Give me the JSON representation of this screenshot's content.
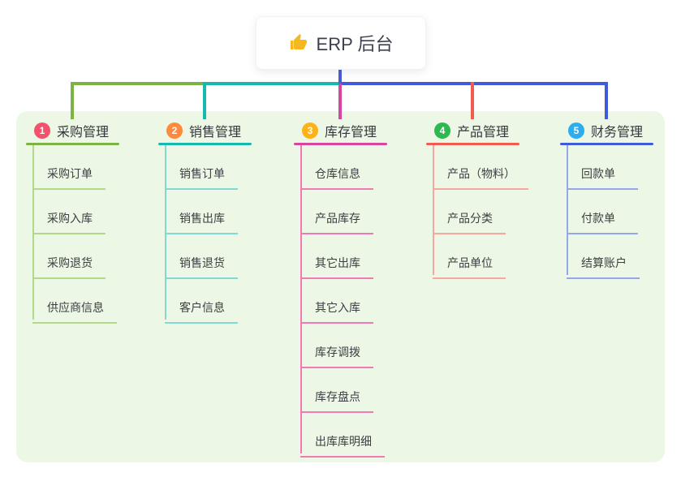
{
  "root": {
    "label": "ERP 后台",
    "icon": "thumbs-up",
    "icon_color": "#f5b821",
    "line_color": "#4a5ed2"
  },
  "panel": {
    "bg_color": "#ecf7e6"
  },
  "branches": [
    {
      "num": "1",
      "label": "采购管理",
      "badge_color": "#f4516c",
      "line_color": "#7cb342",
      "child_line_color": "#b2d98b",
      "children": [
        "采购订单",
        "采购入库",
        "采购退货",
        "供应商信息"
      ]
    },
    {
      "num": "2",
      "label": "销售管理",
      "badge_color": "#ff8a3d",
      "line_color": "#17b9ae",
      "child_line_color": "#84d8d0",
      "children": [
        "销售订单",
        "销售出库",
        "销售退货",
        "客户信息"
      ]
    },
    {
      "num": "3",
      "label": "库存管理",
      "badge_color": "#ffb118",
      "line_color": "#d6459e",
      "child_line_color": "#ef7ab6",
      "children": [
        "仓库信息",
        "产品库存",
        "其它出库",
        "其它入库",
        "库存调拨",
        "库存盘点",
        "出库库明细"
      ]
    },
    {
      "num": "4",
      "label": "产品管理",
      "badge_color": "#2eb850",
      "line_color": "#f25b4f",
      "child_line_color": "#f8a79e",
      "children": [
        "产品（物料）",
        "产品分类",
        "产品单位"
      ]
    },
    {
      "num": "5",
      "label": "财务管理",
      "badge_color": "#2cadee",
      "line_color": "#3f5bd8",
      "child_line_color": "#95a7e8",
      "children": [
        "回款单",
        "付款单",
        "结算账户"
      ]
    }
  ]
}
